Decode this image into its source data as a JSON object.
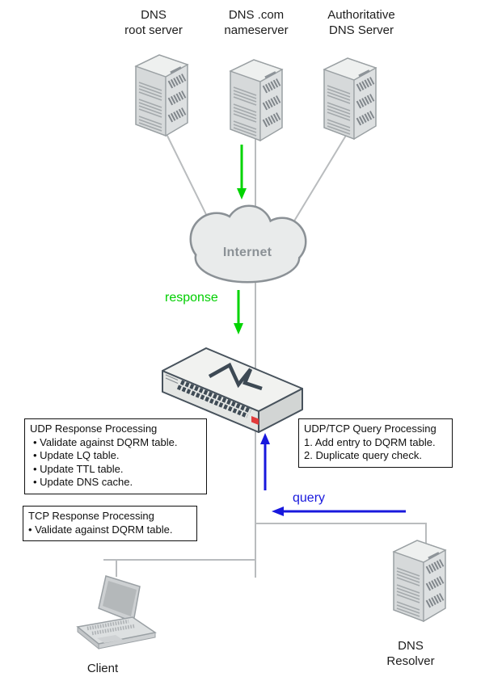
{
  "nodes": {
    "dns_root": {
      "label": "DNS\nroot server"
    },
    "dns_com": {
      "label": "DNS .com\nnameserver"
    },
    "authoritative": {
      "label": "Authoritative\nDNS Server"
    },
    "internet": {
      "label": "Internet"
    },
    "client": {
      "label": "Client"
    },
    "dns_resolver": {
      "label": "DNS\nResolver"
    }
  },
  "flows": {
    "response": {
      "label": "response",
      "color": "#00d400"
    },
    "query": {
      "label": "query",
      "color": "#1818dd"
    }
  },
  "boxes": {
    "udp_response": {
      "title": "UDP Response Processing",
      "items": [
        "• Validate against DQRM table.",
        "• Update LQ table.",
        "• Update TTL table.",
        "• Update DNS cache."
      ]
    },
    "query_processing": {
      "title": "UDP/TCP Query Processing",
      "items": [
        "1. Add entry to DQRM table.",
        "2. Duplicate query check."
      ]
    },
    "tcp_response": {
      "title": "TCP Response Processing",
      "items": [
        "• Validate against DQRM table."
      ]
    }
  },
  "icons": {
    "server": "isometric-server-tower",
    "internet": "cloud-shape",
    "firewall": "flat-appliance-with-zigzag-logo",
    "client": "isometric-laptop"
  },
  "colors": {
    "response_green": "#00d400",
    "query_blue": "#1818dd",
    "connector_gray": "#b9bcbe",
    "cloud_stroke": "#8b9196",
    "cloud_fill": "#e9ebeb",
    "box_border": "#101010",
    "appliance_dark": "#3d4954",
    "logo_red": "#e23b3b"
  }
}
